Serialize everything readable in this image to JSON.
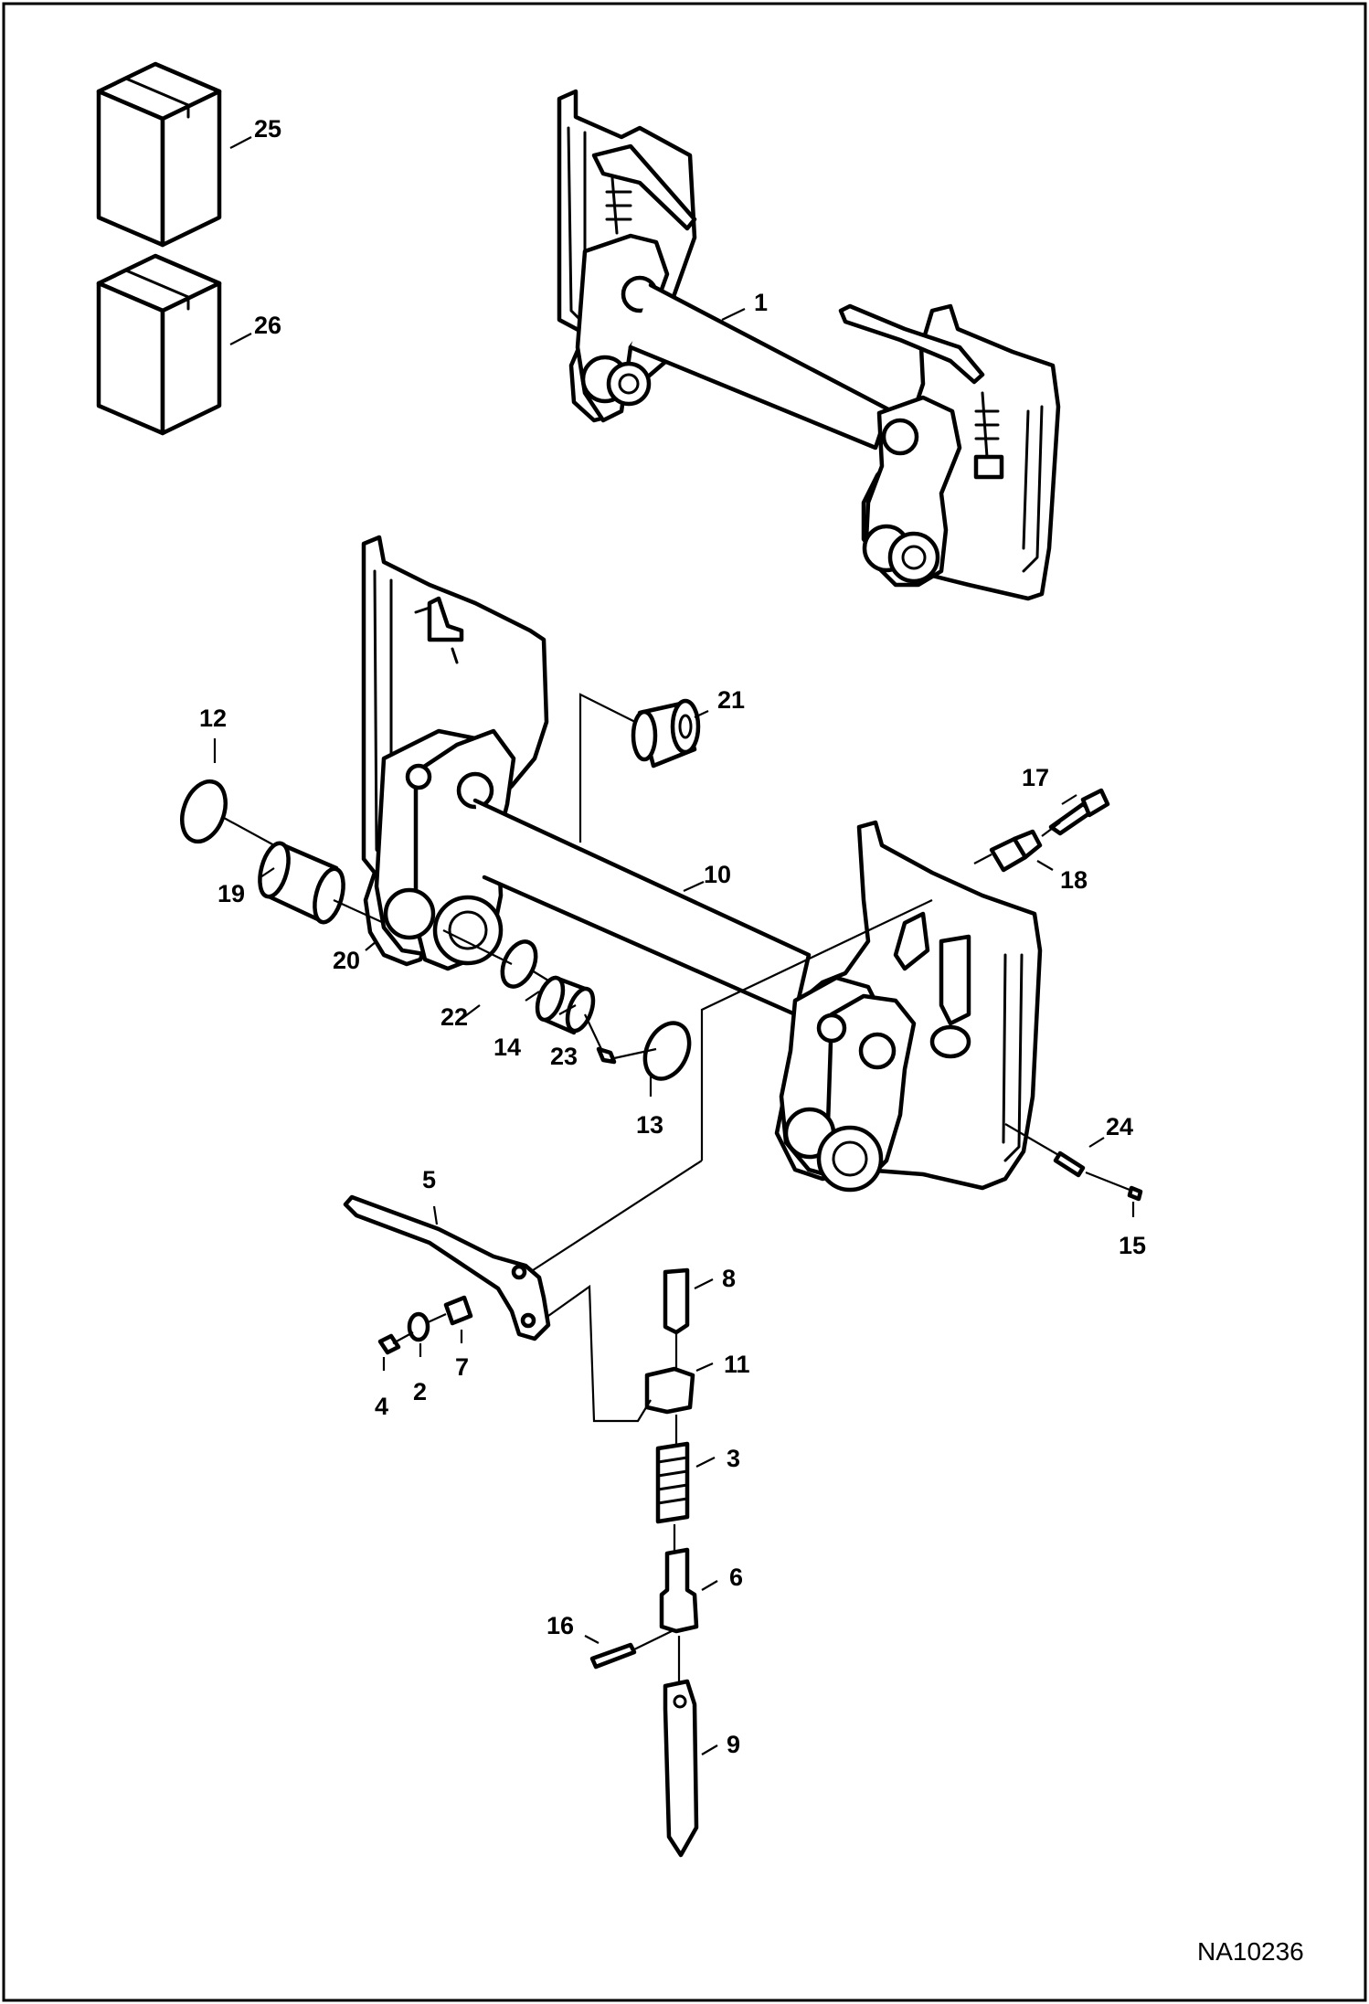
{
  "figure_id": "NA10236",
  "callouts": [
    "1",
    "2",
    "3",
    "4",
    "5",
    "6",
    "7",
    "8",
    "9",
    "10",
    "11",
    "12",
    "13",
    "14",
    "15",
    "16",
    "17",
    "18",
    "19",
    "20",
    "21",
    "22",
    "23",
    "24",
    "25",
    "26"
  ]
}
